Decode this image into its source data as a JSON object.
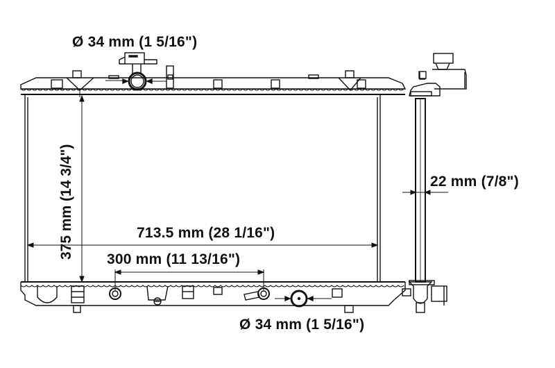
{
  "diagram": {
    "subject": "Radiator dimensional drawing",
    "views": [
      "front-view",
      "side-view"
    ],
    "labels": {
      "inlet_diameter": "Ø 34 mm (1 5/16\")",
      "outlet_diameter": "Ø 34 mm (1 5/16\")",
      "core_height": "375 mm (14 3/4\")",
      "core_width": "713.5 mm (28 1/16\")",
      "fitting_spacing": "300 mm (11 13/16\")",
      "core_thickness": "22 mm (7/8\")"
    },
    "colors": {
      "line": "#111111",
      "background": "#ffffff"
    }
  }
}
